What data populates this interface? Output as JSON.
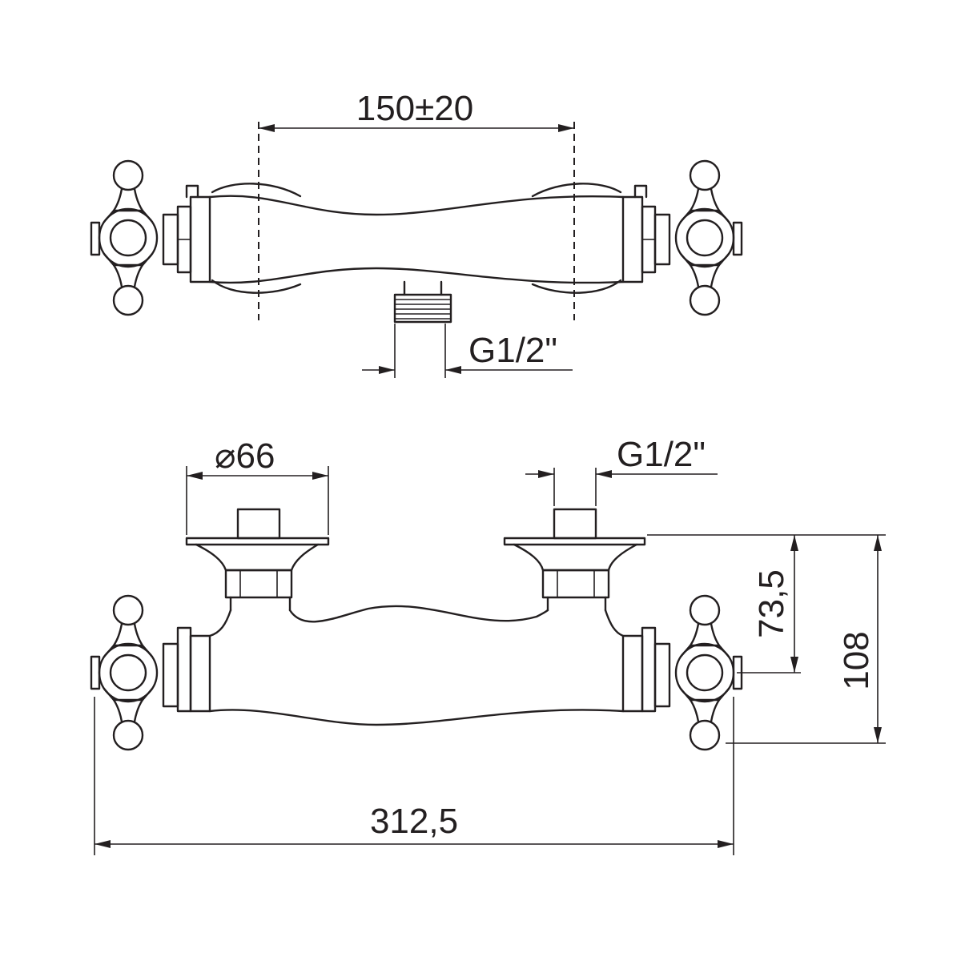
{
  "dimensions": {
    "top_center_distance": "150±20",
    "top_outlet_thread": "G1/2\"",
    "diameter_flange": "⌀66",
    "bottom_inlet_thread": "G1/2\"",
    "height_outlet": "73,5",
    "height_total": "108",
    "overall_width": "312,5"
  },
  "colors": {
    "line": "#231f20",
    "background": "#ffffff"
  }
}
